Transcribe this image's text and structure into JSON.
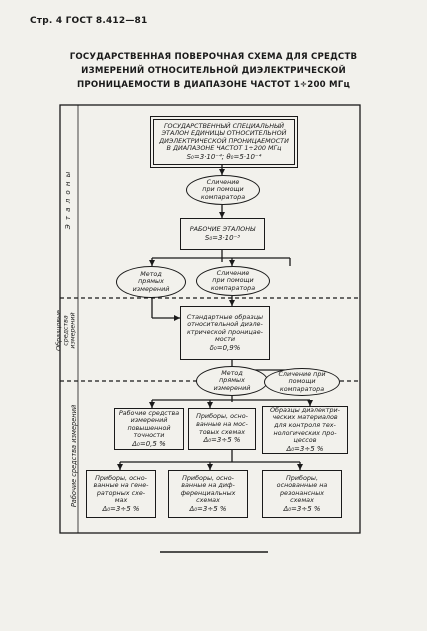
{
  "header": "Стр. 4 ГОСТ 8.412—81",
  "title": [
    "ГОСУДАРСТВЕННАЯ ПОВЕРОЧНАЯ СХЕМА ДЛЯ СРЕДСТВ",
    "ИЗМЕРЕНИЙ ОТНОСИТЕЛЬНОЙ ДИЭЛЕКТРИЧЕСКОЙ",
    "ПРОНИЦАЕМОСТИ В ДИАПАЗОНЕ ЧАСТОТ 1÷200 МГц"
  ],
  "sections": {
    "etalons": "Э т а л о н ы",
    "obraztsovye": [
      "Образцовые",
      "средства",
      "измерений"
    ],
    "rabochie": "Рабочие средства измерений"
  },
  "nodes": {
    "gos_etalon": {
      "lines": [
        "ГОСУДАРСТВЕННЫЙ СПЕЦИАЛЬНЫЙ",
        "ЭТАЛОН ЕДИНИЦЫ ОТНОСИТЕЛЬНОЙ",
        "ДИЭЛЕКТРИЧЕСКОЙ ПРОНИЦАЕМОСТИ",
        "В ДИАПАЗОНЕ ЧАСТОТ 1÷200 МГц"
      ],
      "sym": "S₀=3·10⁻⁴; θ₀=5·10⁻⁴"
    },
    "slichenie1": {
      "lines": [
        "Сличение",
        "при помощи",
        "компаратора"
      ]
    },
    "rabochie_etalony": {
      "lines": [
        "РАБОЧИЕ ЭТАЛОНЫ"
      ],
      "sym": "S₀=3·10⁻³"
    },
    "metod_pryamyh1": {
      "lines": [
        "Метод",
        "прямых",
        "измерений"
      ]
    },
    "slichenie2": {
      "lines": [
        "Сличение",
        "при помощи",
        "компаратора"
      ]
    },
    "standartnye": {
      "lines": [
        "Стандартные образцы",
        "относительной диэле-",
        "ктрической проницае-",
        "мости"
      ],
      "sym": "δ₀=0,9%"
    },
    "metod_pryamyh2": {
      "lines": [
        "Метод",
        "прямых",
        "измерений"
      ]
    },
    "slichenie3": {
      "lines": [
        "Сличение при помощи",
        "компаратора"
      ]
    },
    "r1": {
      "lines": [
        "Рабочие средства измерений",
        "повышенной",
        "точности"
      ],
      "sym": "Δ₀=0,5 %"
    },
    "r2": {
      "lines": [
        "Приборы, осно-",
        "ванные на мос-",
        "товых схемах"
      ],
      "sym": "Δ₀=3÷5 %"
    },
    "r3": {
      "lines": [
        "Образцы диэлектри-",
        "ческих материалов",
        "для контроля тех-",
        "нологических про-",
        "цессов"
      ],
      "sym": "Δ₀=3÷5 %"
    },
    "r4": {
      "lines": [
        "Приборы, осно-",
        "ванные на гене-",
        "раторных схе-",
        "мах"
      ],
      "sym": "Δ₀=3÷5 %"
    },
    "r5": {
      "lines": [
        "Приборы, осно-",
        "ванные на диф-",
        "ференциальных",
        "схемах"
      ],
      "sym": "Δ₀=3÷5 %"
    },
    "r6": {
      "lines": [
        "Приборы,",
        "основанные на",
        "резонансных",
        "схемах"
      ],
      "sym": "Δ₀=3÷5 %"
    }
  }
}
